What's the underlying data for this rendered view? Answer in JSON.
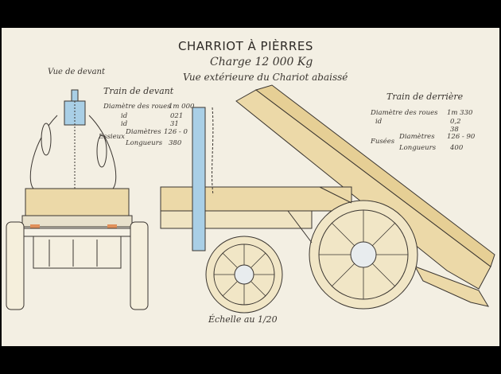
{
  "title": "CHARRIOT À PIÈRRES",
  "charge": "Charge 12 000 Kg",
  "views": {
    "exterior": "Vue extérieure du Chariot abaissé",
    "front": "Vue de devant"
  },
  "front_train": {
    "heading": "Train de devant",
    "rows": [
      {
        "label": "Diamètre des roues",
        "value": "1m 000"
      },
      {
        "label": "id",
        "value": "021"
      },
      {
        "label": "id",
        "value": "31"
      },
      {
        "label": "Diamètres",
        "value": "126 - 0"
      },
      {
        "label": "Longueurs",
        "value": "380"
      }
    ],
    "group_label": "Essieux"
  },
  "rear_train": {
    "heading": "Train de derrière",
    "rows": [
      {
        "label": "Diamètre des roues",
        "value": "1m 330"
      },
      {
        "label": "id",
        "value": "0,2"
      },
      {
        "label": "",
        "value": "38"
      },
      {
        "label": "Diamètres",
        "value": "126 - 90"
      },
      {
        "label": "Longueurs",
        "value": "400"
      }
    ],
    "group_label": "Fusées"
  },
  "scale": "Échelle au 1/20",
  "colors": {
    "paper": "#f3efe3",
    "wood": "#ecd9a8",
    "steel_blue": "#a9cfe6",
    "ink": "#3a3530",
    "rust": "#e0905a"
  }
}
